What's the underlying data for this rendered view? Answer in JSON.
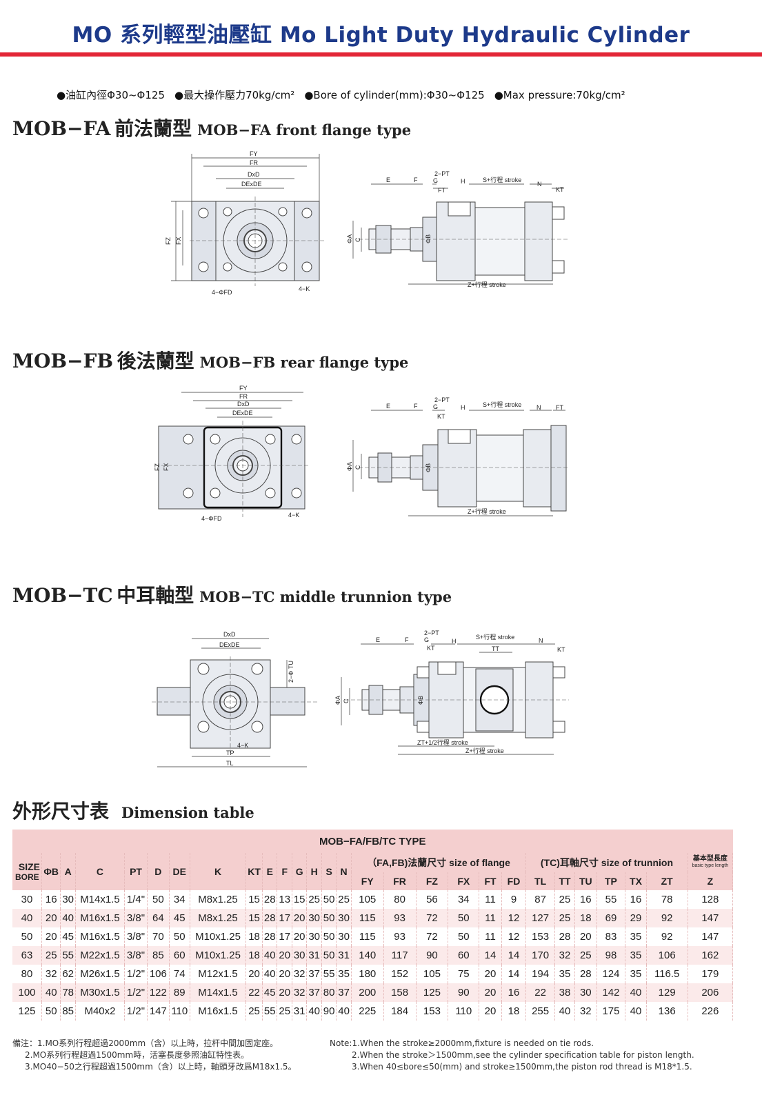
{
  "title": "MO 系列輕型油壓缸 Mo Light Duty Hydraulic Cylinder",
  "specs": [
    "●油缸內徑Φ30~Φ125",
    "●最大操作壓力70kg/cm²",
    "●Bore of cylinder(mm):Φ30~Φ125",
    "●Max pressure:70kg/cm²"
  ],
  "sections": [
    {
      "code": "MOB−FA",
      "zh": "前法蘭型",
      "en": "MOB−FA front flange type"
    },
    {
      "code": "MOB−FB",
      "zh": "後法蘭型",
      "en": "MOB−FB rear flange type"
    },
    {
      "code": "MOB−TC",
      "zh": "中耳軸型",
      "en": "MOB−TC middle trunnion type"
    },
    {
      "code": "外形尺寸表",
      "zh": "",
      "en": "Dimension table"
    }
  ],
  "drawing_labels": {
    "fa_front": [
      "FY",
      "FR",
      "DxD",
      "DExDE",
      "FZ",
      "FX",
      "4−ΦFD",
      "4−K"
    ],
    "fa_side": [
      "E",
      "F",
      "2−PT",
      "G",
      "H",
      "FT",
      "S+行程 stroke",
      "N",
      "KT",
      "ΦA",
      "C",
      "ΦB",
      "Z+行程 stroke"
    ],
    "fb_front": [
      "FY",
      "FR",
      "DxD",
      "DExDE",
      "FZ",
      "FX",
      "4−ΦFD",
      "4−K"
    ],
    "fb_side": [
      "E",
      "F",
      "2−PT",
      "G",
      "H",
      "KT",
      "S+行程 stroke",
      "N",
      "FT",
      "ΦA",
      "C",
      "ΦB",
      "Z+行程 stroke"
    ],
    "tc_front": [
      "DxD",
      "DExDE",
      "2−Φ TU",
      "4−K",
      "TP",
      "TL"
    ],
    "tc_side": [
      "E",
      "F",
      "2−PT",
      "G",
      "H",
      "KT",
      "S+行程 stroke",
      "TT",
      "N",
      "KT",
      "ΦA",
      "C",
      "ΦB",
      "ZT+1/2行程 stroke",
      "Z+行程 stroke"
    ]
  },
  "table": {
    "caption": "MOB−FA/FB/TC TYPE",
    "size_label": "SIZE",
    "bore_label": "BORE",
    "cols_a": [
      "ΦB",
      "A",
      "C",
      "PT",
      "D",
      "DE",
      "K",
      "KT",
      "E",
      "F",
      "G",
      "H",
      "S",
      "N"
    ],
    "group_flange": "（FA,FB)法蘭尺寸 size of flange",
    "group_trunnion": "(TC)耳軸尺寸 size of trunnion",
    "group_basic": "基本型長度",
    "group_basic_en": "basic type length",
    "cols_flange": [
      "FY",
      "FR",
      "FZ",
      "FX",
      "FT",
      "FD"
    ],
    "cols_trunnion": [
      "TL",
      "TT",
      "TU",
      "TP",
      "TX",
      "ZT"
    ],
    "col_z": "Z",
    "rows": [
      {
        "bore": "30",
        "b": "16",
        "a": "30",
        "c": "M14x1.5",
        "pt": "1/4\"",
        "d": "50",
        "de": "34",
        "k": "M8x1.25",
        "kt": "15",
        "e": "28",
        "f": "13",
        "g": "15",
        "h": "25",
        "s": "50",
        "n": "25",
        "fy": "105",
        "fr": "80",
        "fz": "56",
        "fx": "34",
        "ft": "11",
        "fd": "9",
        "tl": "87",
        "tt": "25",
        "tu": "16",
        "tp": "55",
        "tx": "16",
        "zt": "78",
        "z": "128"
      },
      {
        "bore": "40",
        "b": "20",
        "a": "40",
        "c": "M16x1.5",
        "pt": "3/8\"",
        "d": "64",
        "de": "45",
        "k": "M8x1.25",
        "kt": "15",
        "e": "28",
        "f": "17",
        "g": "20",
        "h": "30",
        "s": "50",
        "n": "30",
        "fy": "115",
        "fr": "93",
        "fz": "72",
        "fx": "50",
        "ft": "11",
        "fd": "12",
        "tl": "127",
        "tt": "25",
        "tu": "18",
        "tp": "69",
        "tx": "29",
        "zt": "92",
        "z": "147"
      },
      {
        "bore": "50",
        "b": "20",
        "a": "45",
        "c": "M16x1.5",
        "pt": "3/8\"",
        "d": "70",
        "de": "50",
        "k": "M10x1.25",
        "kt": "18",
        "e": "28",
        "f": "17",
        "g": "20",
        "h": "30",
        "s": "50",
        "n": "30",
        "fy": "115",
        "fr": "93",
        "fz": "72",
        "fx": "50",
        "ft": "11",
        "fd": "12",
        "tl": "153",
        "tt": "28",
        "tu": "20",
        "tp": "83",
        "tx": "35",
        "zt": "92",
        "z": "147"
      },
      {
        "bore": "63",
        "b": "25",
        "a": "55",
        "c": "M22x1.5",
        "pt": "3/8\"",
        "d": "85",
        "de": "60",
        "k": "M10x1.25",
        "kt": "18",
        "e": "40",
        "f": "20",
        "g": "30",
        "h": "31",
        "s": "50",
        "n": "31",
        "fy": "140",
        "fr": "117",
        "fz": "90",
        "fx": "60",
        "ft": "14",
        "fd": "14",
        "tl": "170",
        "tt": "32",
        "tu": "25",
        "tp": "98",
        "tx": "35",
        "zt": "106",
        "z": "162"
      },
      {
        "bore": "80",
        "b": "32",
        "a": "62",
        "c": "M26x1.5",
        "pt": "1/2\"",
        "d": "106",
        "de": "74",
        "k": "M12x1.5",
        "kt": "20",
        "e": "40",
        "f": "20",
        "g": "32",
        "h": "37",
        "s": "55",
        "n": "35",
        "fy": "180",
        "fr": "152",
        "fz": "105",
        "fx": "75",
        "ft": "20",
        "fd": "14",
        "tl": "194",
        "tt": "35",
        "tu": "28",
        "tp": "124",
        "tx": "35",
        "zt": "116.5",
        "z": "179"
      },
      {
        "bore": "100",
        "b": "40",
        "a": "78",
        "c": "M30x1.5",
        "pt": "1/2\"",
        "d": "122",
        "de": "89",
        "k": "M14x1.5",
        "kt": "22",
        "e": "45",
        "f": "20",
        "g": "32",
        "h": "37",
        "s": "80",
        "n": "37",
        "fy": "200",
        "fr": "158",
        "fz": "125",
        "fx": "90",
        "ft": "20",
        "fd": "16",
        "tl": "22",
        "tt": "38",
        "tu": "30",
        "tp": "142",
        "tx": "40",
        "zt": "129",
        "z": "206"
      },
      {
        "bore": "125",
        "b": "50",
        "a": "85",
        "c": "M40x2",
        "pt": "1/2\"",
        "d": "147",
        "de": "110",
        "k": "M16x1.5",
        "kt": "25",
        "e": "55",
        "f": "25",
        "g": "31",
        "h": "40",
        "s": "90",
        "n": "40",
        "fy": "225",
        "fr": "184",
        "fz": "153",
        "fx": "110",
        "ft": "20",
        "fd": "18",
        "tl": "255",
        "tt": "40",
        "tu": "32",
        "tp": "175",
        "tx": "40",
        "zt": "136",
        "z": "226"
      }
    ]
  },
  "notes_zh": [
    "備注：1.MO系列行程超過2000mm（含）以上時，拉杆中間加固定座。",
    "2.MO系列行程超過1500mm時，活塞長度參照油缸特性表。",
    "3.MO40−50之行程超過1500mm（含）以上時，軸頭牙改爲M18x1.5。"
  ],
  "notes_en": [
    "Note:1.When the stroke≥2000mm,fixture is needed on tie rods.",
    "2.When the stroke＞1500mm,see the cylinder specification table for piston length.",
    "3.When 40≤bore≤50(mm) and stroke≥1500mm,the piston rod thread is M18*1.5."
  ]
}
